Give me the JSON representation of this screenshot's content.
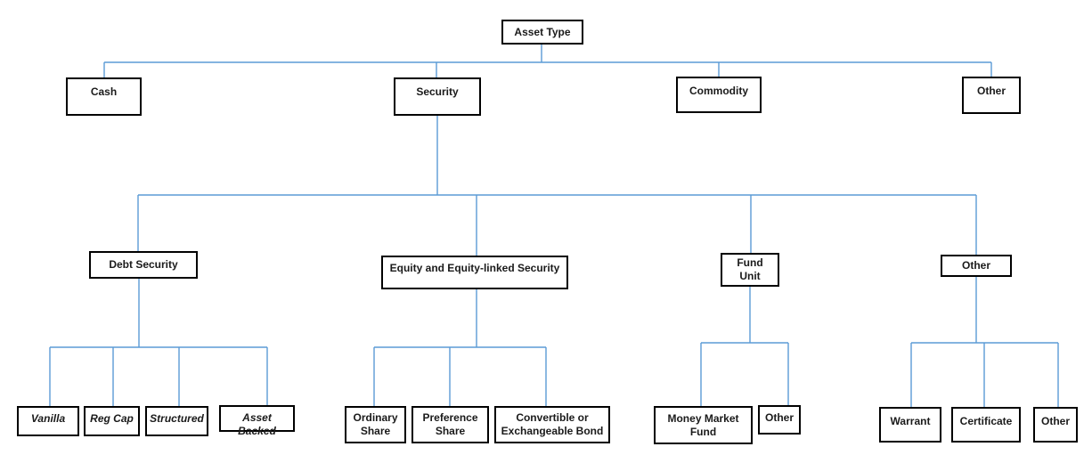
{
  "colors": {
    "connector": "#5B9BD5",
    "box_border": "#000000",
    "box_fill": "#FFFFFF",
    "text": "#1A1A1A",
    "background": "#FFFFFF"
  },
  "nodes": {
    "asset_type": {
      "label": "Asset Type"
    },
    "cash": {
      "label": "Cash"
    },
    "security": {
      "label": "Security"
    },
    "commodity": {
      "label": "Commodity"
    },
    "other_asset": {
      "label": "Other"
    },
    "debt_security": {
      "label": "Debt Security"
    },
    "equity": {
      "label": "Equity and Equity-linked Security"
    },
    "fund_unit": {
      "label": "Fund\nUnit"
    },
    "other_security": {
      "label": "Other"
    },
    "vanilla": {
      "label": "Vanilla"
    },
    "reg_cap": {
      "label": "Reg Cap"
    },
    "structured": {
      "label": "Structured"
    },
    "asset_backed": {
      "label": "Asset Backed"
    },
    "ordinary_share": {
      "label": "Ordinary\nShare"
    },
    "preference_share": {
      "label": "Preference\nShare"
    },
    "convertible_bond": {
      "label": "Convertible or\nExchangeable Bond"
    },
    "money_market_fund": {
      "label": "Money Market\nFund"
    },
    "other_fund": {
      "label": "Other"
    },
    "warrant": {
      "label": "Warrant"
    },
    "certificate": {
      "label": "Certificate"
    },
    "other_other": {
      "label": "Other"
    }
  },
  "hierarchy": {
    "root": "Asset Type",
    "children": [
      {
        "name": "Cash"
      },
      {
        "name": "Security",
        "children": [
          {
            "name": "Debt Security",
            "children": [
              {
                "name": "Vanilla"
              },
              {
                "name": "Reg Cap"
              },
              {
                "name": "Structured"
              },
              {
                "name": "Asset Backed"
              }
            ]
          },
          {
            "name": "Equity and Equity-linked Security",
            "children": [
              {
                "name": "Ordinary Share"
              },
              {
                "name": "Preference Share"
              },
              {
                "name": "Convertible or Exchangeable Bond"
              }
            ]
          },
          {
            "name": "Fund Unit",
            "children": [
              {
                "name": "Money Market Fund"
              },
              {
                "name": "Other"
              }
            ]
          },
          {
            "name": "Other",
            "children": [
              {
                "name": "Warrant"
              },
              {
                "name": "Certificate"
              },
              {
                "name": "Other"
              }
            ]
          }
        ]
      },
      {
        "name": "Commodity"
      },
      {
        "name": "Other"
      }
    ]
  }
}
